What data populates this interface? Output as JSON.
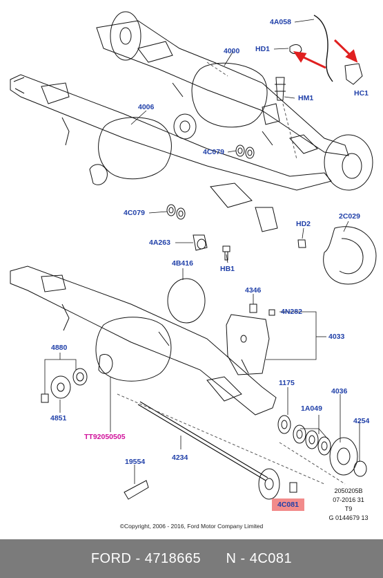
{
  "labels": {
    "l_4A058": "4A058",
    "l_HD1": "HD1",
    "l_4000": "4000",
    "l_HM1": "HM1",
    "l_HC1": "HC1",
    "l_4006": "4006",
    "l_4C079a": "4C079",
    "l_4C079b": "4C079",
    "l_HD2": "HD2",
    "l_2C029": "2C029",
    "l_4A263": "4A263",
    "l_HB1": "HB1",
    "l_4B416": "4B416",
    "l_4346": "4346",
    "l_4N282": "4N282",
    "l_4033": "4033",
    "l_4880": "4880",
    "l_4851": "4851",
    "l_TT": "TT92050505",
    "l_1175": "1175",
    "l_4036": "4036",
    "l_1A049": "1A049",
    "l_4254": "4254",
    "l_19554": "19554",
    "l_4234": "4234",
    "l_4C081": "4C081"
  },
  "reference": {
    "line1": "2050205B",
    "line2": "07-2016 31",
    "line3": "T9",
    "line4": "G 0144679 13"
  },
  "copyright": "©Copyright, 2006 - 2016, Ford Motor Company Limited",
  "footer": {
    "brand": "FORD",
    "part_number": "4718665",
    "n_prefix": "N",
    "code": "4C081",
    "separator": " - "
  },
  "colors": {
    "label": "#1f3fa8",
    "special_tool": "#d0109a",
    "highlight": "#f28b8b",
    "arrow": "#e02020",
    "footer_bg": "#7b7b7b"
  }
}
